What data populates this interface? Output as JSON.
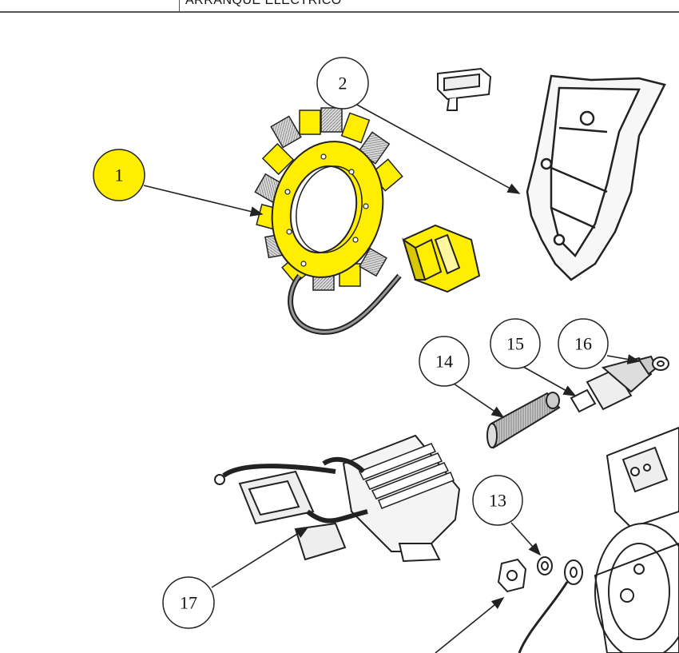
{
  "header": {
    "title": "ARRANQUE ELECTRICO"
  },
  "callouts": [
    {
      "label": "1",
      "highlight": true
    },
    {
      "label": "2",
      "highlight": false
    },
    {
      "label": "14",
      "highlight": false
    },
    {
      "label": "15",
      "highlight": false
    },
    {
      "label": "16",
      "highlight": false
    },
    {
      "label": "13",
      "highlight": false
    },
    {
      "label": "17",
      "highlight": false
    }
  ],
  "colors": {
    "highlight": "#ffee00",
    "line": "#222222",
    "part_fill": "#eeeeee"
  }
}
